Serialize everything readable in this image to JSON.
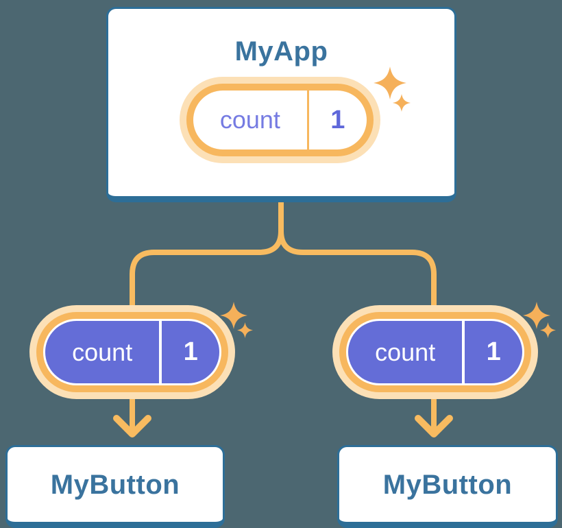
{
  "app": {
    "title": "MyApp"
  },
  "state_pill": {
    "label": "count",
    "value": "1"
  },
  "children": [
    {
      "title": "MyButton",
      "pill": {
        "label": "count",
        "value": "1"
      }
    },
    {
      "title": "MyButton",
      "pill": {
        "label": "count",
        "value": "1"
      }
    }
  ],
  "icons": {
    "sparkle": "sparkle-icon"
  },
  "colors": {
    "background": "#4c6771",
    "card_border": "#2d6e97",
    "card_text": "#3a739e",
    "accent_orange": "#f8bb60",
    "halo_orange": "#fce0b6",
    "ring_orange": "#f7b75e",
    "pill_purple": "#646dd7",
    "pill_text_indigo": "#757be2",
    "pill_value_indigo": "#5f68da",
    "sparkle": "#f5b05a"
  }
}
